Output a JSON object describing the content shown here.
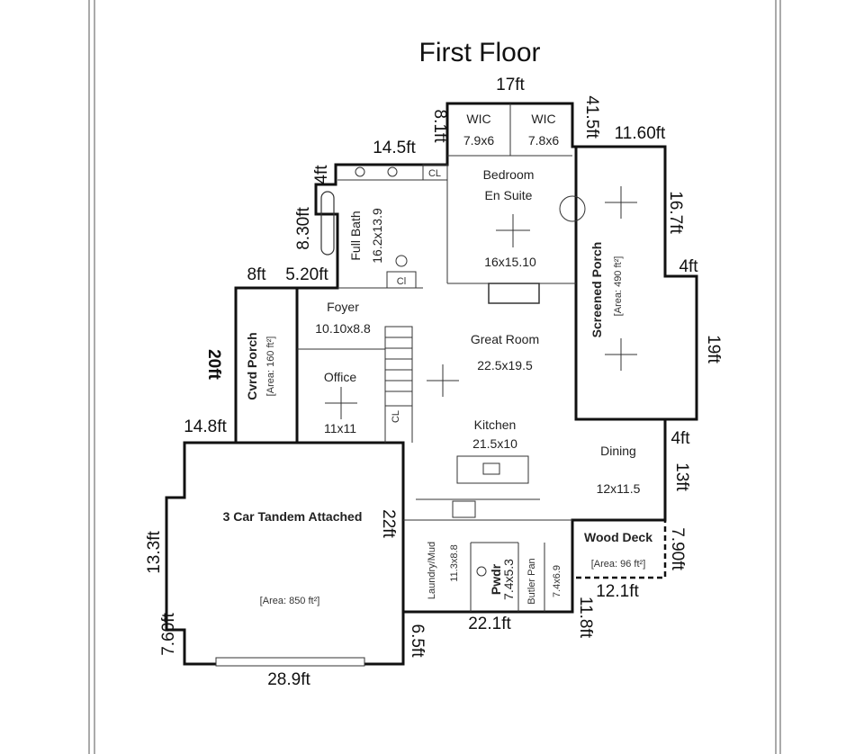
{
  "title": "First Floor",
  "rooms": {
    "wic1_name": "WIC",
    "wic1_size": "7.9x6",
    "wic2_name": "WIC",
    "wic2_size": "7.8x6",
    "bedroom_name": "Bedroom",
    "bedroom_sub": "En Suite",
    "bedroom_size": "16x15.10",
    "bath_name": "Full Bath",
    "bath_size": "16.2x13.9",
    "foyer_name": "Foyer",
    "foyer_size": "10.10x8.8",
    "great_name": "Great Room",
    "great_size": "22.5x19.5",
    "office_name": "Office",
    "office_size": "11x11",
    "kitchen_name": "Kitchen",
    "kitchen_size": "21.5x10",
    "dining_name": "Dining",
    "dining_size": "12x11.5",
    "garage_name": "3 Car Tandem Attached",
    "garage_area": "[Area: 850 ft²]",
    "porch_name": "Screened Porch",
    "porch_area": "[Area: 490 ft²]",
    "cvrd_name": "Cvrd Porch",
    "cvrd_area": "[Area: 160 ft²]",
    "deck_name": "Wood Deck",
    "deck_area": "[Area: 96 ft²]",
    "laundry_name": "Laundry/Mud",
    "laundry_size": "11.3x8.8",
    "pwdr_name": "Pwdr",
    "pwdr_size": "7.4x5.3",
    "butler_name": "Butler Pan",
    "butler_size": "7.4x6.9",
    "closet1": "CL",
    "closet2": "Cl",
    "closet3": "CL"
  },
  "dimensions": {
    "d17": "17ft",
    "d81": "8.1ft",
    "d415": "41.5ft",
    "d145": "14.5ft",
    "d1160": "11.60ft",
    "d4a": "4ft",
    "d167": "16.7ft",
    "d830": "8.30ft",
    "d4b": "4ft",
    "d8": "8ft",
    "d520": "5.20ft",
    "d20": "20ft",
    "d19": "19ft",
    "d148": "14.8ft",
    "d4c": "4ft",
    "d13": "13ft",
    "d22": "22ft",
    "d133": "13.3ft",
    "d790": "7.90ft",
    "d121": "12.1ft",
    "d760": "7.60ft",
    "d65": "6.5ft",
    "d221": "22.1ft",
    "d118": "11.8ft",
    "d289": "28.9ft"
  }
}
